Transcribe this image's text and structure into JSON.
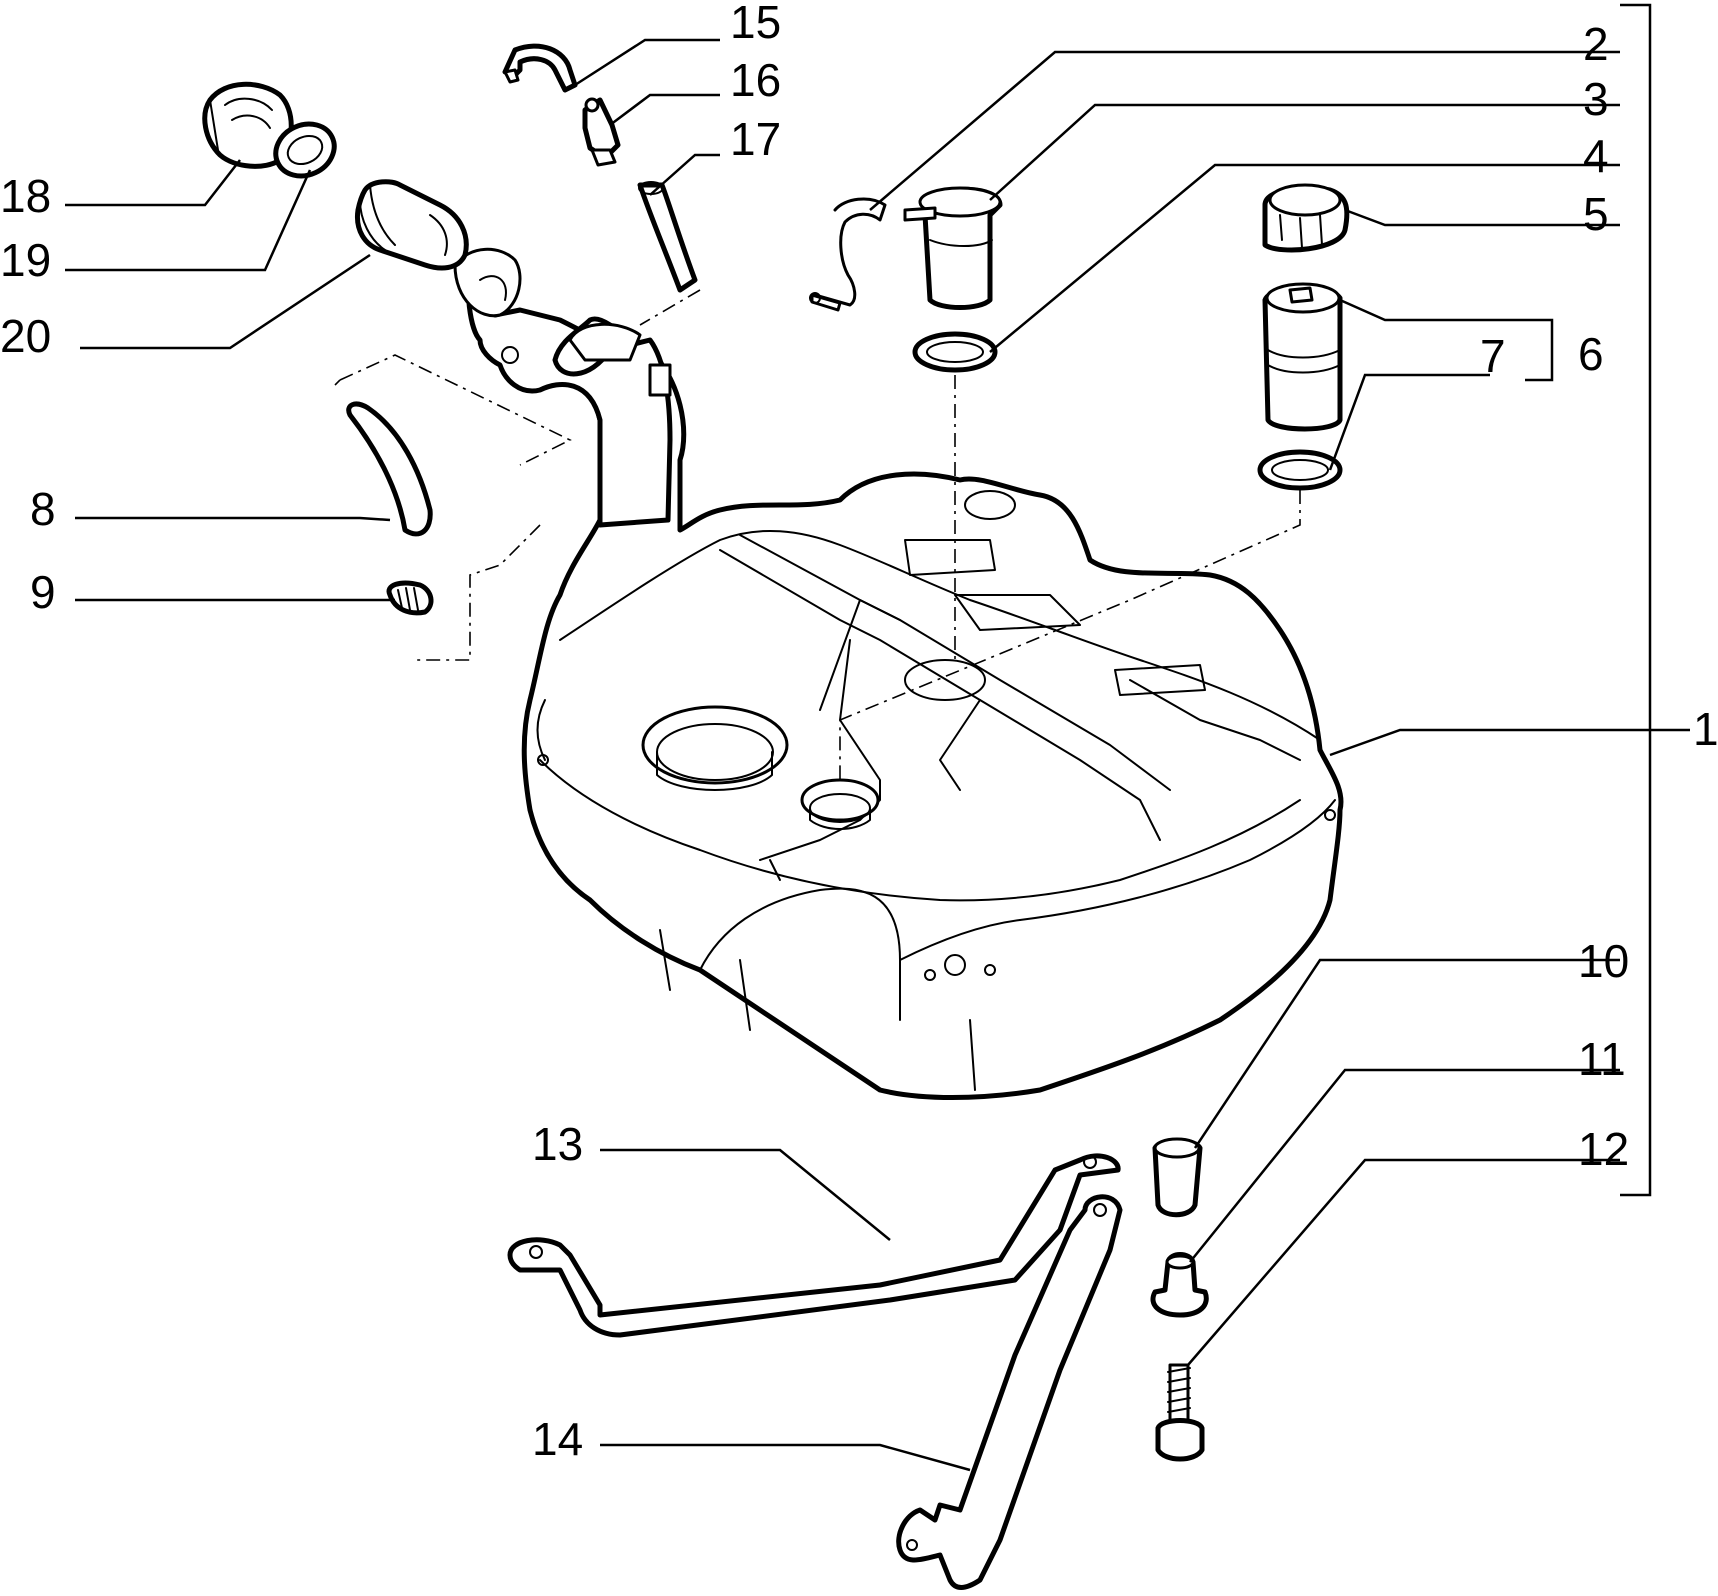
{
  "diagram": {
    "callouts": [
      {
        "id": "1",
        "label": "1"
      },
      {
        "id": "2",
        "label": "2"
      },
      {
        "id": "3",
        "label": "3"
      },
      {
        "id": "4",
        "label": "4"
      },
      {
        "id": "5",
        "label": "5"
      },
      {
        "id": "6",
        "label": "6"
      },
      {
        "id": "7",
        "label": "7"
      },
      {
        "id": "8",
        "label": "8"
      },
      {
        "id": "9",
        "label": "9"
      },
      {
        "id": "10",
        "label": "10"
      },
      {
        "id": "11",
        "label": "11"
      },
      {
        "id": "12",
        "label": "12"
      },
      {
        "id": "13",
        "label": "13"
      },
      {
        "id": "14",
        "label": "14"
      },
      {
        "id": "15",
        "label": "15"
      },
      {
        "id": "16",
        "label": "16"
      },
      {
        "id": "17",
        "label": "17"
      },
      {
        "id": "18",
        "label": "18"
      },
      {
        "id": "19",
        "label": "19"
      },
      {
        "id": "20",
        "label": "20"
      }
    ],
    "colors": {
      "line": "#000000",
      "background": "#ffffff"
    }
  }
}
